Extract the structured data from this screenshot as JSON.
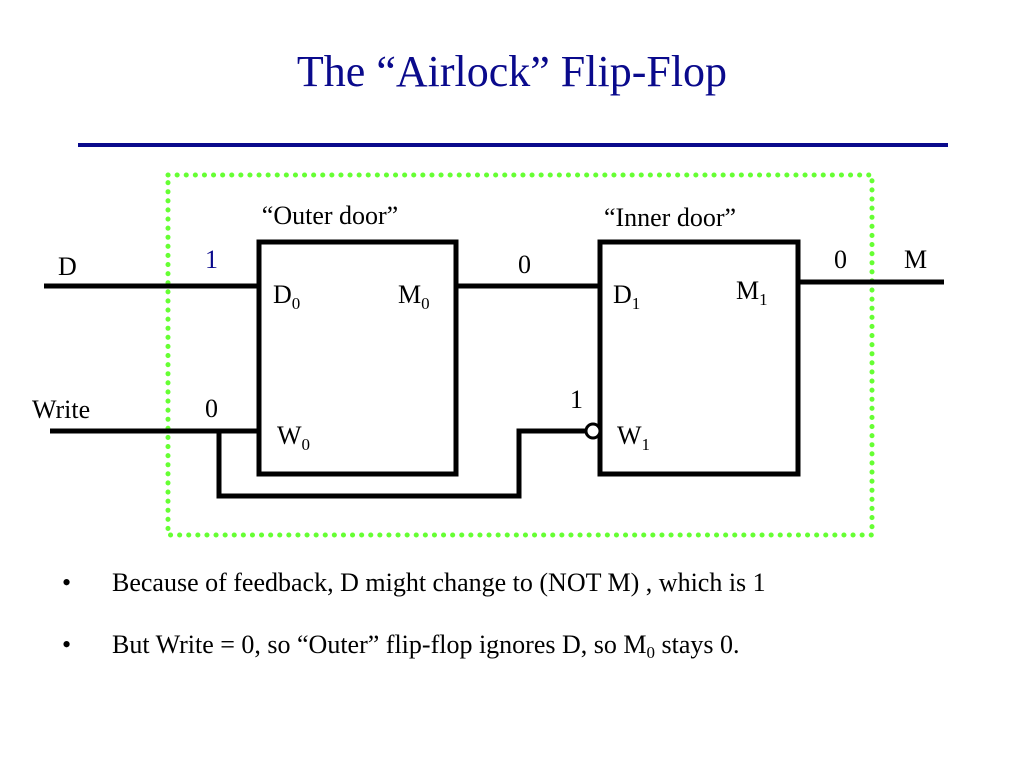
{
  "slide": {
    "title": "The “Airlock” Flip-Flop"
  },
  "diagram": {
    "outer_door_label": "“Outer door”",
    "inner_door_label": "“Inner door”",
    "inputs": {
      "d_label": "D",
      "write_label": "Write"
    },
    "output": {
      "m_label": "M"
    },
    "outer_ff": {
      "d_pin": "D",
      "d_sub": "0",
      "m_pin": "M",
      "m_sub": "0",
      "w_pin": "W",
      "w_sub": "0"
    },
    "inner_ff": {
      "d_pin": "D",
      "d_sub": "1",
      "m_pin": "M",
      "m_sub": "1",
      "w_pin": "W",
      "w_sub": "1"
    },
    "signal_values": {
      "d_in": "1",
      "m0": "0",
      "m_out": "0",
      "write": "0",
      "w1": "1"
    },
    "colors": {
      "title": "#0a0a8c",
      "highlight_value": "#0a0a8c",
      "dotted_border": "#66ff33",
      "wire": "#000000"
    }
  },
  "bullets": [
    {
      "text": "Because of feedback, D might change to (NOT M) , which is 1"
    },
    {
      "pre": "But Write = 0, so “Outer” flip-flop ignores D, so M",
      "sub": "0",
      "post": " stays 0."
    }
  ],
  "bullet_symbol": "•"
}
